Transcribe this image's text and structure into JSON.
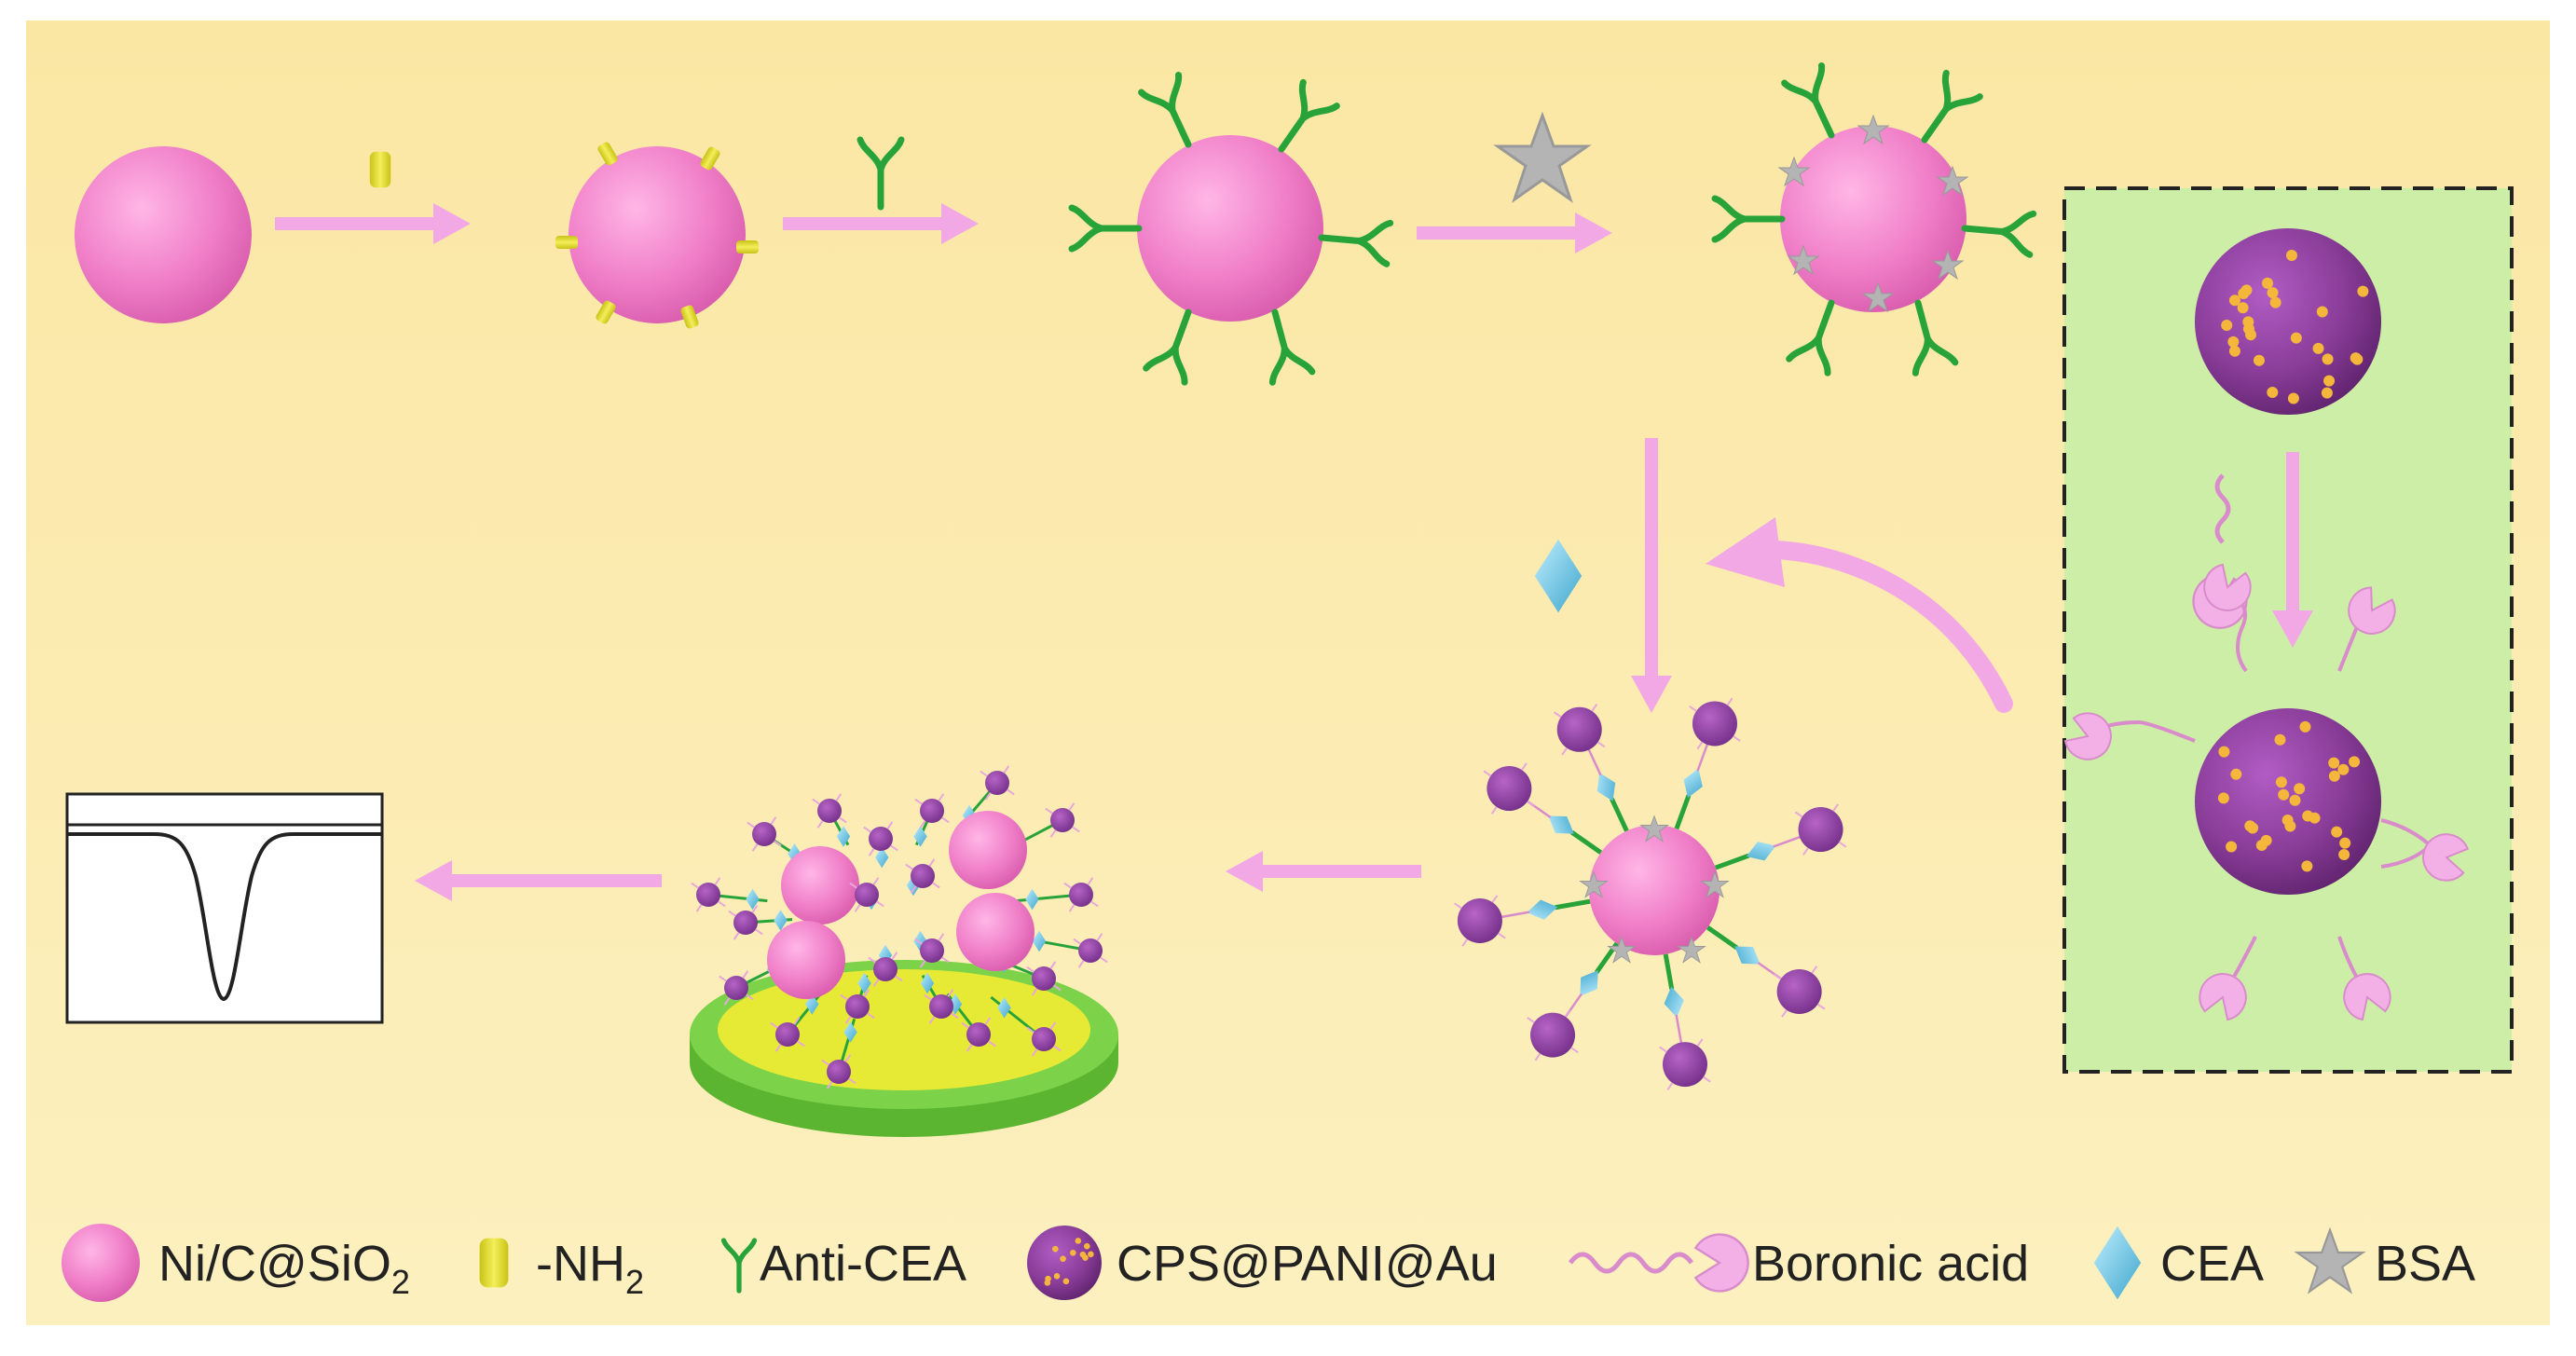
{
  "legend": {
    "ni_c_sio2": {
      "main": "Ni/C@SiO",
      "sub": "2"
    },
    "nh2": {
      "main": "-NH",
      "sub": "2"
    },
    "anti_cea": "Anti-CEA",
    "cps_pani_au": "CPS@PANI@Au",
    "boronic_acid": "Boronic acid",
    "cea": "CEA",
    "bsa": "BSA"
  },
  "colors": {
    "background_top": "#fbe9a9",
    "background_bottom": "#fbeeb8",
    "pink_sphere": "#f07fc8",
    "purple_sphere": "#8a3d99",
    "gold_dot": "#f5b63c",
    "amine_yellow": "#e3dc37",
    "antibody_green": "#27a339",
    "arrow_pink": "#f3a8e6",
    "panel_green": "#cdeea6",
    "electrode_green": "#7cd34a",
    "electrode_yellow": "#e6ea34",
    "cea_blue": "#86d3ee",
    "bsa_gray": "#b4b4b4",
    "boronic_pink": "#f2b0e6"
  }
}
